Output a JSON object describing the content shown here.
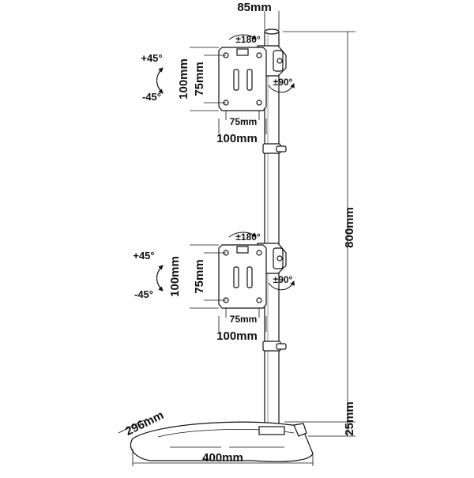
{
  "dimensions": {
    "pole_diameter": "85mm",
    "total_height": "800mm",
    "base_thickness": "25mm",
    "base_depth": "296mm",
    "base_width": "400mm"
  },
  "mounts": [
    {
      "rotate": "±180°",
      "tilt_up": "+45°",
      "tilt_down": "-45°",
      "swivel": "±90°",
      "vesa_h_small": "75mm",
      "vesa_h_large": "100mm",
      "vesa_v_small": "75mm",
      "vesa_v_large": "100mm"
    },
    {
      "rotate": "±180°",
      "tilt_up": "+45°",
      "tilt_down": "-45°",
      "swivel": "±90°",
      "vesa_h_small": "75mm",
      "vesa_h_large": "100mm",
      "vesa_v_small": "75mm",
      "vesa_v_large": "100mm"
    }
  ]
}
